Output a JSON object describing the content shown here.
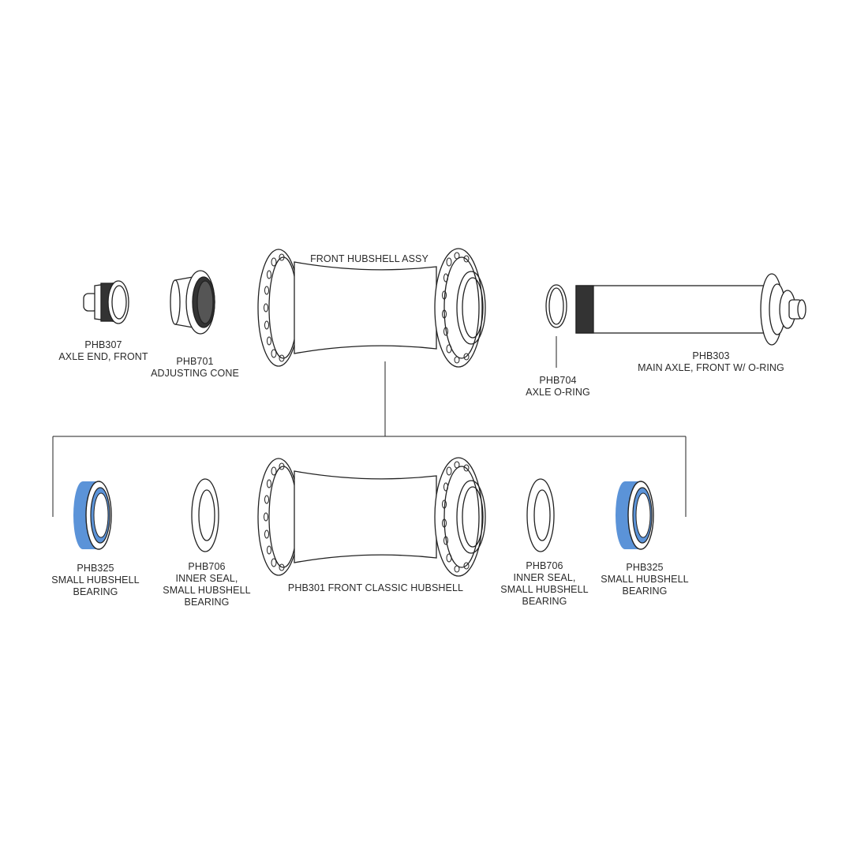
{
  "diagram": {
    "title": "FRONT HUBSHELL ASSY",
    "accent_color": "#5b93d8",
    "line_color": "#222222",
    "top_row": [
      {
        "part": "PHB307",
        "name": "AXLE END, FRONT"
      },
      {
        "part": "PHB701",
        "name": "ADJUSTING CONE"
      },
      {
        "part": "PHB704",
        "name": "AXLE O-RING"
      },
      {
        "part": "PHB303",
        "name": "MAIN AXLE, FRONT W/ O-RING"
      }
    ],
    "bottom_row": [
      {
        "part": "PHB325",
        "line1": "SMALL HUBSHELL",
        "line2": "BEARING"
      },
      {
        "part": "PHB706",
        "line1": "INNER SEAL,",
        "line2": "SMALL HUBSHELL",
        "line3": "BEARING"
      },
      {
        "part_and_name": "PHB301 FRONT CLASSIC HUBSHELL"
      },
      {
        "part": "PHB706",
        "line1": "INNER SEAL,",
        "line2": "SMALL HUBSHELL",
        "line3": "BEARING"
      },
      {
        "part": "PHB325",
        "line1": "SMALL HUBSHELL",
        "line2": "BEARING"
      }
    ]
  }
}
